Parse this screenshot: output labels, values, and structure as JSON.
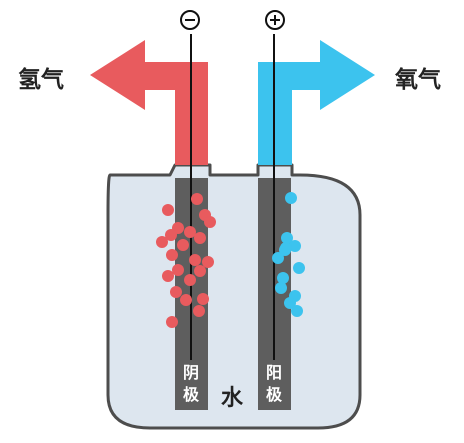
{
  "labels": {
    "hydrogen": "氢气",
    "oxygen": "氧气",
    "water": "水",
    "left_electrode": [
      "阴",
      "极"
    ],
    "right_electrode": [
      "阳",
      "极"
    ],
    "left_sign": "−",
    "right_sign": "+"
  },
  "colors": {
    "hydrogen": "#e85b5e",
    "oxygen": "#3cc3ee",
    "container_fill": "#dde6ef",
    "container_stroke": "#4d4d4d",
    "electrode": "#5e5e5e",
    "wire": "#111111",
    "text": "#222222",
    "electrode_text": "#ffffff"
  },
  "bubbles": {
    "hydrogen_count": 22,
    "oxygen_count": 12
  }
}
